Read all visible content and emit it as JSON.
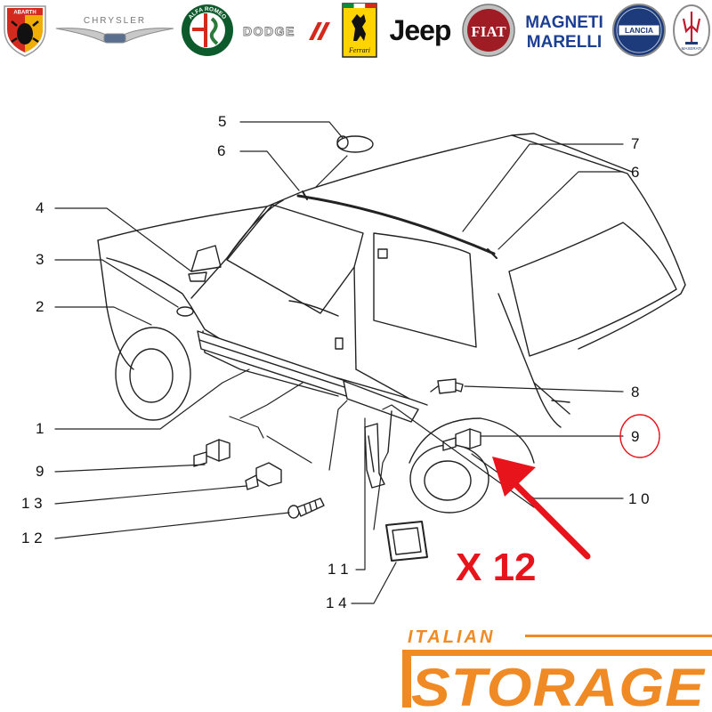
{
  "logos": [
    {
      "name": "Abarth",
      "label": "ABARTH"
    },
    {
      "name": "Chrysler",
      "label": "CHRYSLER"
    },
    {
      "name": "Alfa Romeo",
      "label": "ALFA ROMEO"
    },
    {
      "name": "Dodge",
      "label": "DODGE"
    },
    {
      "name": "Ferrari",
      "label": "Ferrari"
    },
    {
      "name": "Jeep",
      "label": "Jeep"
    },
    {
      "name": "Fiat",
      "label": "FIAT"
    },
    {
      "name": "Magneti Marelli",
      "label": "MAGNETI MARELLI",
      "line1": "MAGNETI",
      "line2": "MARELLI"
    },
    {
      "name": "Lancia",
      "label": "LANCIA"
    },
    {
      "name": "Maserati",
      "label": "MASERATI"
    }
  ],
  "diagram": {
    "callouts": [
      "5",
      "6",
      "7",
      "6",
      "4",
      "3",
      "2",
      "8",
      "1",
      "9",
      "9",
      "1 3",
      "1 0",
      "1 2",
      "1 1",
      "1 4"
    ],
    "highlighted_part": "9",
    "quantity_label": "X 12",
    "colors": {
      "highlight": "#e8141c",
      "line": "#111111"
    }
  },
  "brand": {
    "top_word": "ITALIAN",
    "main_word": "STORAGE",
    "color": "#f08a24"
  }
}
